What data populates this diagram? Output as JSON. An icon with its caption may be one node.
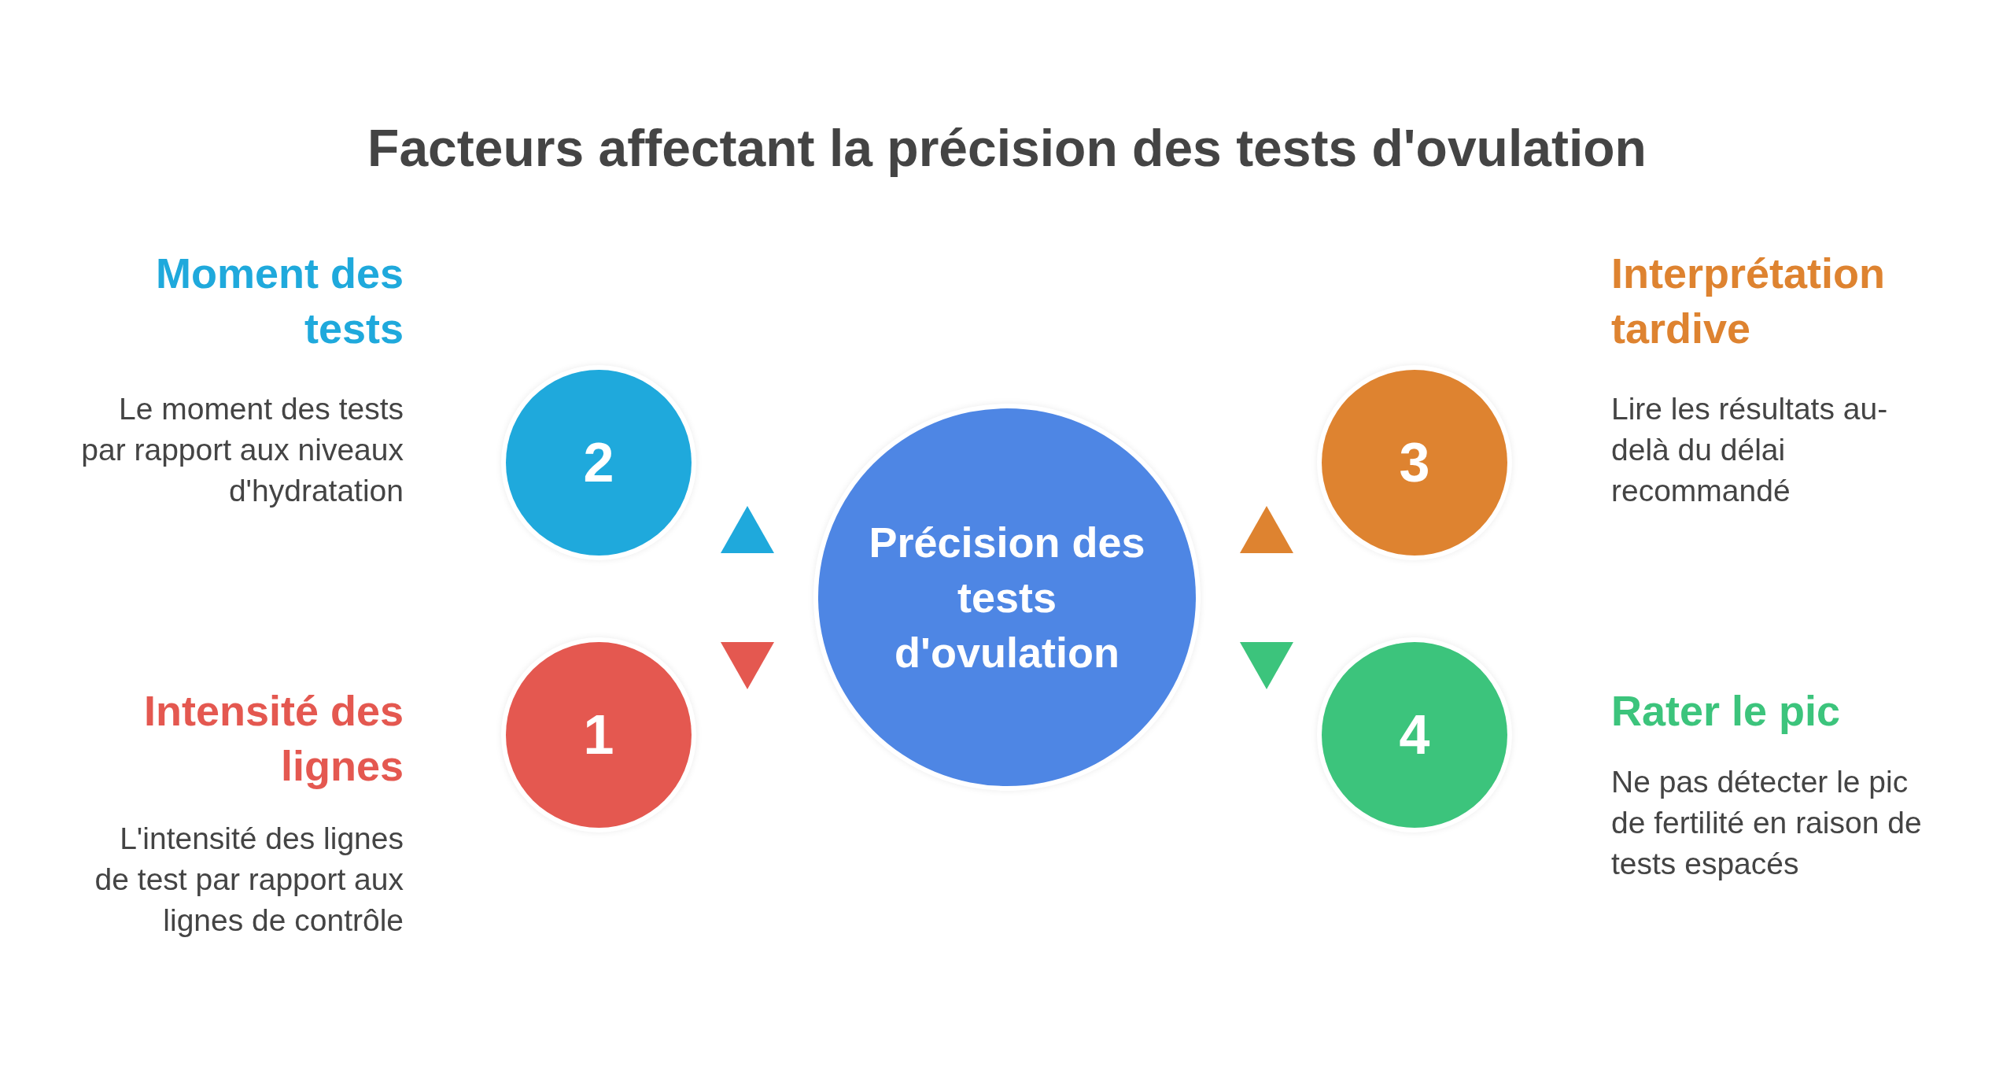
{
  "diagram": {
    "title": "Facteurs affectant la précision des tests d'ovulation",
    "nodes": [
      {
        "text": [
          "Précision des tests d'ovulation"
        ]
      },
      {
        "text": [
          "1"
        ],
        "beside": [
          "Intensité des lignes",
          "L'intensité des lignes de test par rapport aux lignes de contrôle"
        ]
      },
      {
        "text": [
          "2"
        ],
        "beside": [
          "Moment des tests",
          "Le moment des tests par rapport aux niveaux d'hydratation"
        ]
      },
      {
        "text": [
          "3"
        ],
        "beside": [
          "Interprétation tardive",
          "Lire les résultats au-delà du délai recommandé"
        ]
      },
      {
        "text": [
          "4"
        ],
        "beside": [
          "Rater le pic",
          "Ne pas détecter le pic de fertilité en raison de tests espacés"
        ]
      }
    ]
  }
}
